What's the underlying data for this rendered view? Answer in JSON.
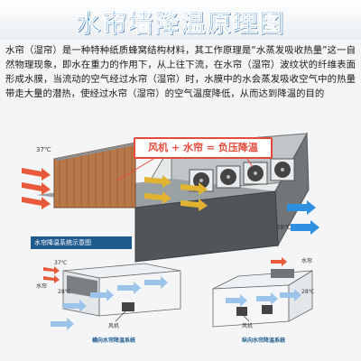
{
  "title": "水帘墙降温原理图",
  "description": "水帘（湿帘）是一种特种纸质蜂窝结构材料，其工作原理是“水蒸发吸收热量”这一自然物理现象，即水在重力的作用下，从上往下流，在水帘（湿帘）波纹状的纤维表面形成水膜，当流动的空气经过水帘（湿帘）时，水膜中的水会蒸发吸收空气中的热量带走大量的潜热，使经过水帘（湿帘）的空气温度降低，从而达到降温的目的",
  "main_diagram": {
    "formula": "风机 + 水帘 = 负压降温",
    "temp_hot": "37℃",
    "temp_cool": "28℃"
  },
  "legend_title": "水帘降温系统示意图",
  "left_diagram": {
    "temp_hot": "37℃",
    "temp_cool": "28℃",
    "label_curtain": "水帘",
    "label_fan": "风机",
    "caption": "横向水帘降温系统"
  },
  "right_diagram": {
    "label_curtain": "水帘",
    "temp_cool": "28℃",
    "label_fan": "风机",
    "caption": "纵向水帘降温系统"
  },
  "colors": {
    "title": "#2a86d8",
    "formula_border": "#e64a3c",
    "hot_arrow": "#e85a3a",
    "cool_arrow": "#3e8fe0",
    "legend_bg": "#1f5a8f"
  }
}
